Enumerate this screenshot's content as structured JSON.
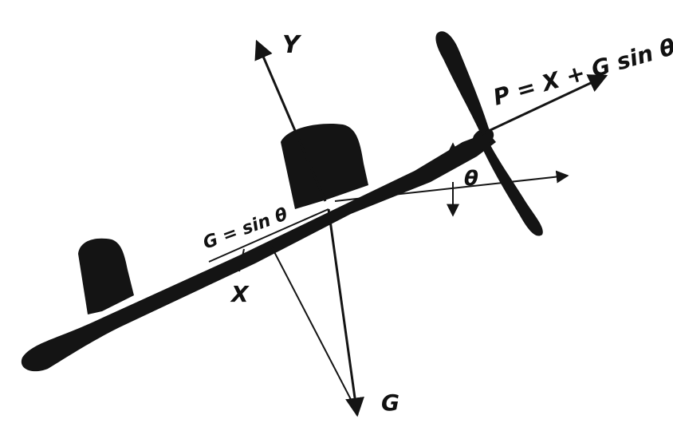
{
  "diagram": {
    "labels": {
      "lift": "Y",
      "thrust": "P = X + G sin θ",
      "angle": "θ",
      "weight_component": "G = sin θ",
      "drag": "X",
      "weight": "G"
    },
    "colors": {
      "ink": "#141414",
      "background": "#ffffff"
    }
  }
}
